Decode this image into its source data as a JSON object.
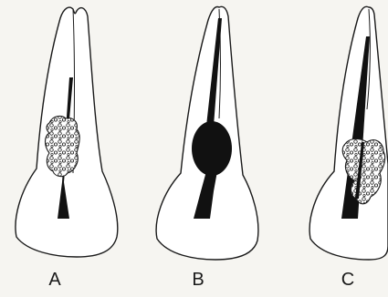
{
  "figure": {
    "panels": [
      {
        "label": "A",
        "feature": "granular-lesion-mid-root"
      },
      {
        "label": "B",
        "feature": "bulbous-canal-enlargement"
      },
      {
        "label": "C",
        "feature": "granular-lesion-lateral"
      }
    ],
    "colors": {
      "background": "#f6f5f1",
      "ink": "#111111",
      "outline": "#1a1a1a"
    }
  }
}
